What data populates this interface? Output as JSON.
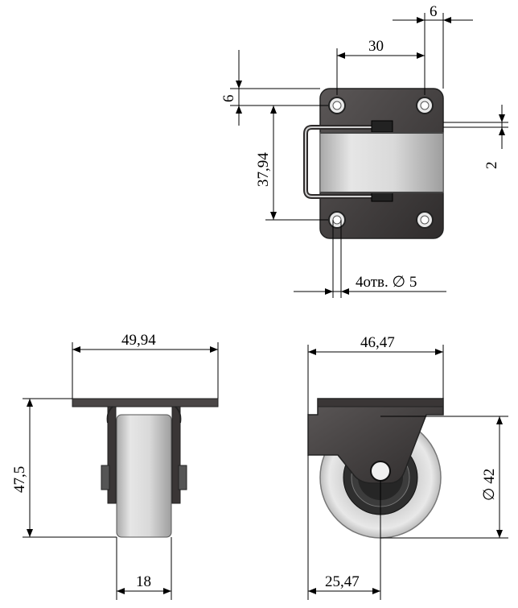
{
  "dimensions": {
    "top_hole_offset": "6",
    "hole_spacing_x": "30",
    "edge_offset_left": "6",
    "hole_spacing_y": "37,94",
    "bracket_thickness": "2",
    "holes": "4отв. ∅ 5",
    "front_width": "49,94",
    "front_height": "47,5",
    "wheel_width": "18",
    "side_length": "46,47",
    "wheel_diameter": "∅ 42",
    "axle_offset": "25,47"
  },
  "colors": {
    "metal_dark": "#3b3838",
    "metal_mid": "#595555",
    "wheel_light": "#dcdcdc",
    "wheel_shade": "#b9b9b9",
    "hub_dark": "#2e2e2e"
  }
}
